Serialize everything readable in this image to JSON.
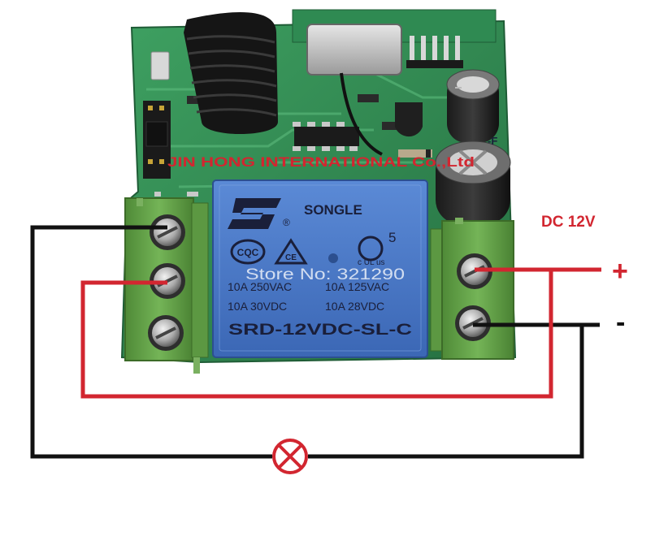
{
  "overlay": {
    "manufacturer_text": "JIN HONG INTERNATIONAL Co.,Ltd",
    "store_text": "Store No: 321290",
    "supply_label": "DC 12V",
    "plus_sign": "+",
    "minus_sign": "-"
  },
  "relay": {
    "brand": "SONGLE",
    "registered": "®",
    "cqc_mark": "CQC",
    "ul_mark": "c UL us",
    "rating_num": "5",
    "ratings": [
      "10A 250VAC",
      "10A 125VAC",
      "10A 30VDC",
      "10A 28VDC"
    ],
    "model": "SRD-12VDC-SL-C"
  },
  "capacitor_mark": "-F",
  "colors": {
    "pcb": "#2f8a52",
    "relay_body": "#4a78c8",
    "terminal": "#63a04a",
    "wire_black": "#111111",
    "wire_red": "#d22630",
    "text_red": "#d22630"
  }
}
